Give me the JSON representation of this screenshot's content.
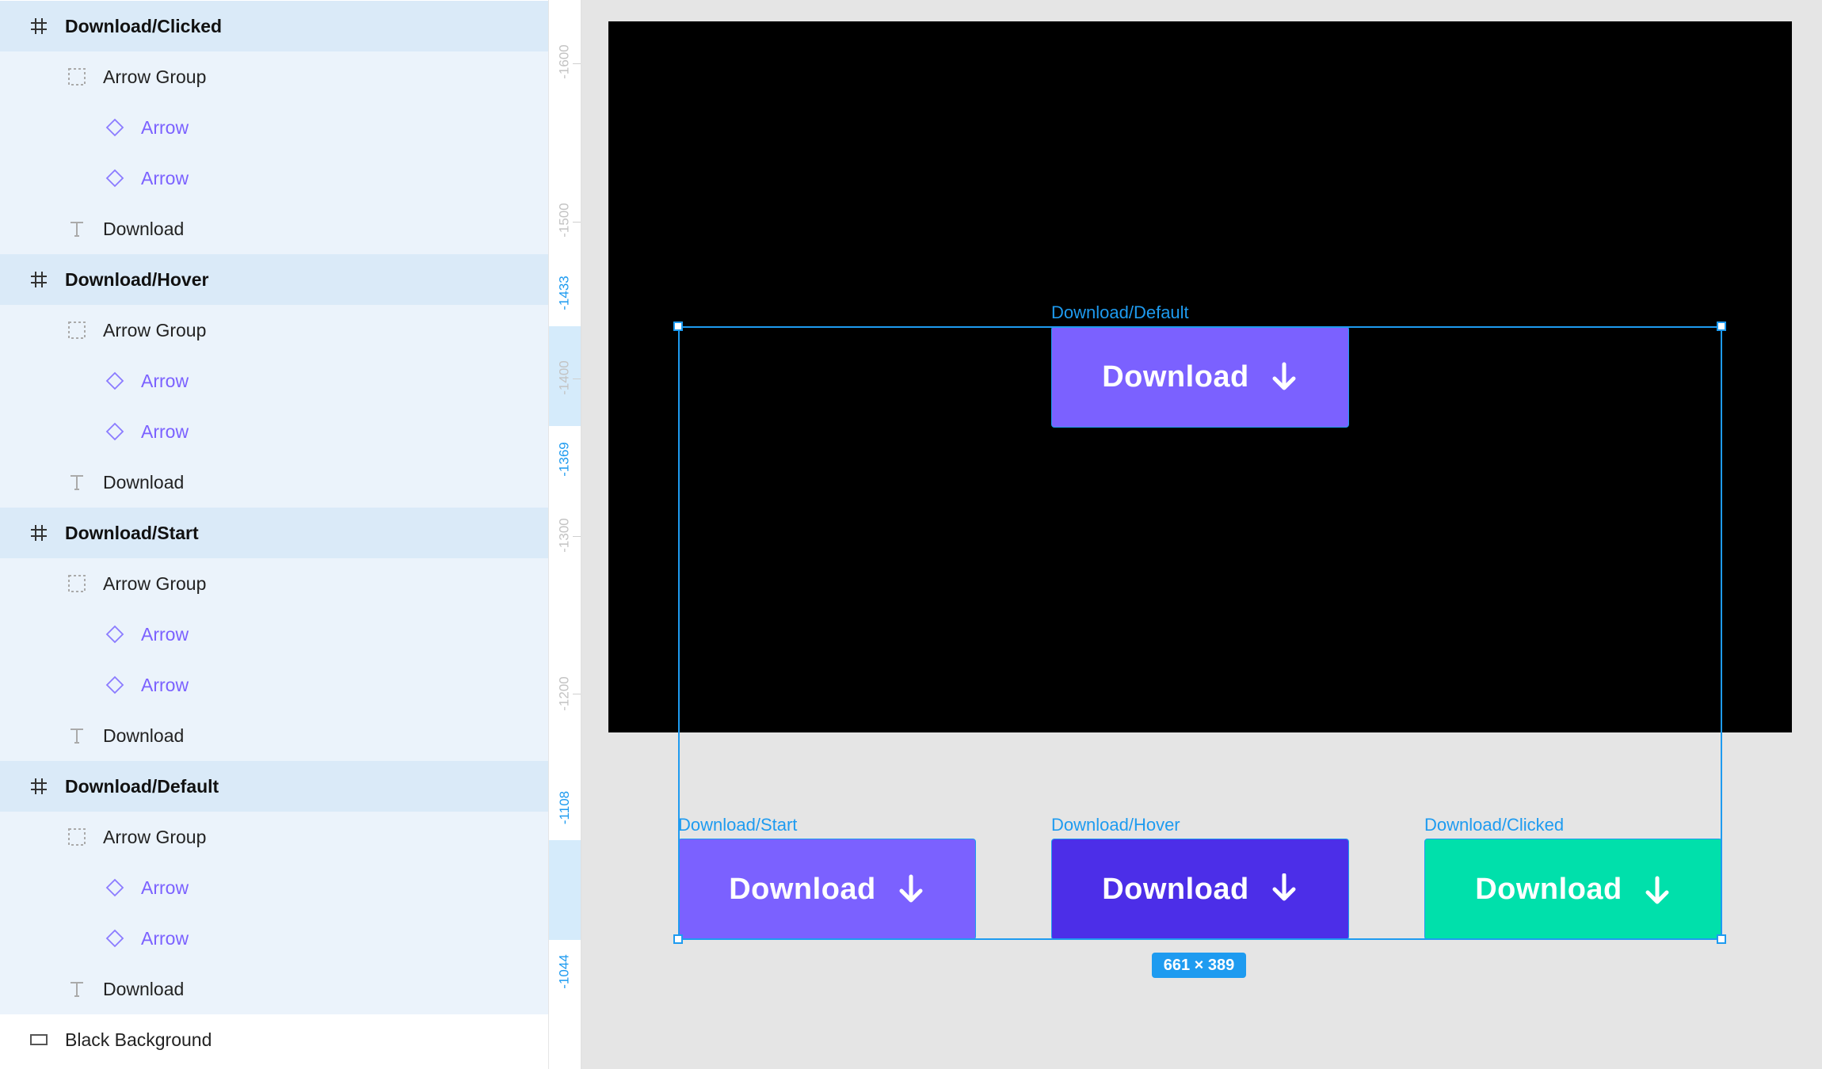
{
  "layers": {
    "frames": [
      {
        "name": "Download/Clicked",
        "group_label": "Arrow Group",
        "arrow_1": "Arrow",
        "arrow_2": "Arrow",
        "text_label": "Download"
      },
      {
        "name": "Download/Hover",
        "group_label": "Arrow Group",
        "arrow_1": "Arrow",
        "arrow_2": "Arrow",
        "text_label": "Download"
      },
      {
        "name": "Download/Start",
        "group_label": "Arrow Group",
        "arrow_1": "Arrow",
        "arrow_2": "Arrow",
        "text_label": "Download"
      },
      {
        "name": "Download/Default",
        "group_label": "Arrow Group",
        "arrow_1": "Arrow",
        "arrow_2": "Arrow",
        "text_label": "Download"
      }
    ],
    "background_layer": "Black Background"
  },
  "ruler": {
    "grey": [
      "-1600",
      "-1500",
      "-1400",
      "-1300",
      "-1200"
    ],
    "blue": [
      "-1433",
      "-1369",
      "-1108",
      "-1044"
    ]
  },
  "canvas": {
    "default": {
      "label": "Download/Default",
      "text": "Download",
      "color": "#7b61ff"
    },
    "start": {
      "label": "Download/Start",
      "text": "Download",
      "color": "#7b61ff"
    },
    "hover": {
      "label": "Download/Hover",
      "text": "Download",
      "color": "#4c2ee8"
    },
    "clicked": {
      "label": "Download/Clicked",
      "text": "Download",
      "color": "#00e0ab"
    },
    "selection_size": "661 × 389",
    "selection_color": "#1e9bf0"
  }
}
